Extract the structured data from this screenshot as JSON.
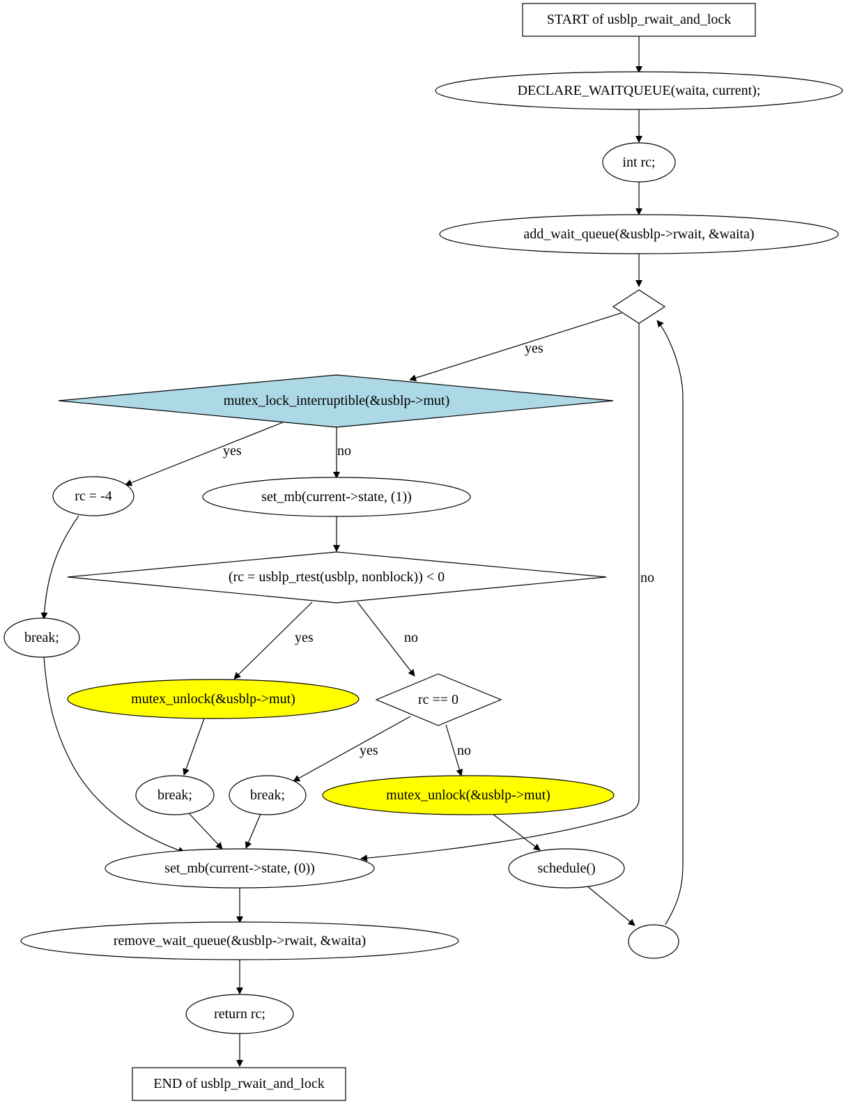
{
  "colors": {
    "decision_highlight": "#add8e6",
    "mutex_unlock_fill": "#ffff00",
    "default_fill": "#ffffff",
    "stroke": "#000000"
  },
  "nodes": {
    "start": "START of usblp_rwait_and_lock",
    "declare": "DECLARE_WAITQUEUE(waita, current);",
    "int_rc": "int rc;",
    "add_wait": "add_wait_queue(&usblp->rwait, &waita)",
    "loop": "",
    "mutex_lock": "mutex_lock_interruptible(&usblp->mut)",
    "rc_neg4": "rc = -4",
    "set_mb1": "set_mb(current->state, (1))",
    "break_left": "break;",
    "rtest": "(rc = usblp_rtest(usblp, nonblock)) < 0",
    "unlock1": "mutex_unlock(&usblp->mut)",
    "rc_eq0": "rc == 0",
    "break_mid": "break;",
    "break_right": "break;",
    "unlock2": "mutex_unlock(&usblp->mut)",
    "set_mb0": "set_mb(current->state, (0))",
    "schedule": "schedule()",
    "join": "",
    "remove_wait": "remove_wait_queue(&usblp->rwait, &waita)",
    "return_rc": "return rc;",
    "end": "END of usblp_rwait_and_lock"
  },
  "edge_labels": {
    "loop_yes": "yes",
    "loop_no": "no",
    "lock_yes": "yes",
    "lock_no": "no",
    "rtest_yes": "yes",
    "rtest_no": "no",
    "rc0_yes": "yes",
    "rc0_no": "no"
  }
}
